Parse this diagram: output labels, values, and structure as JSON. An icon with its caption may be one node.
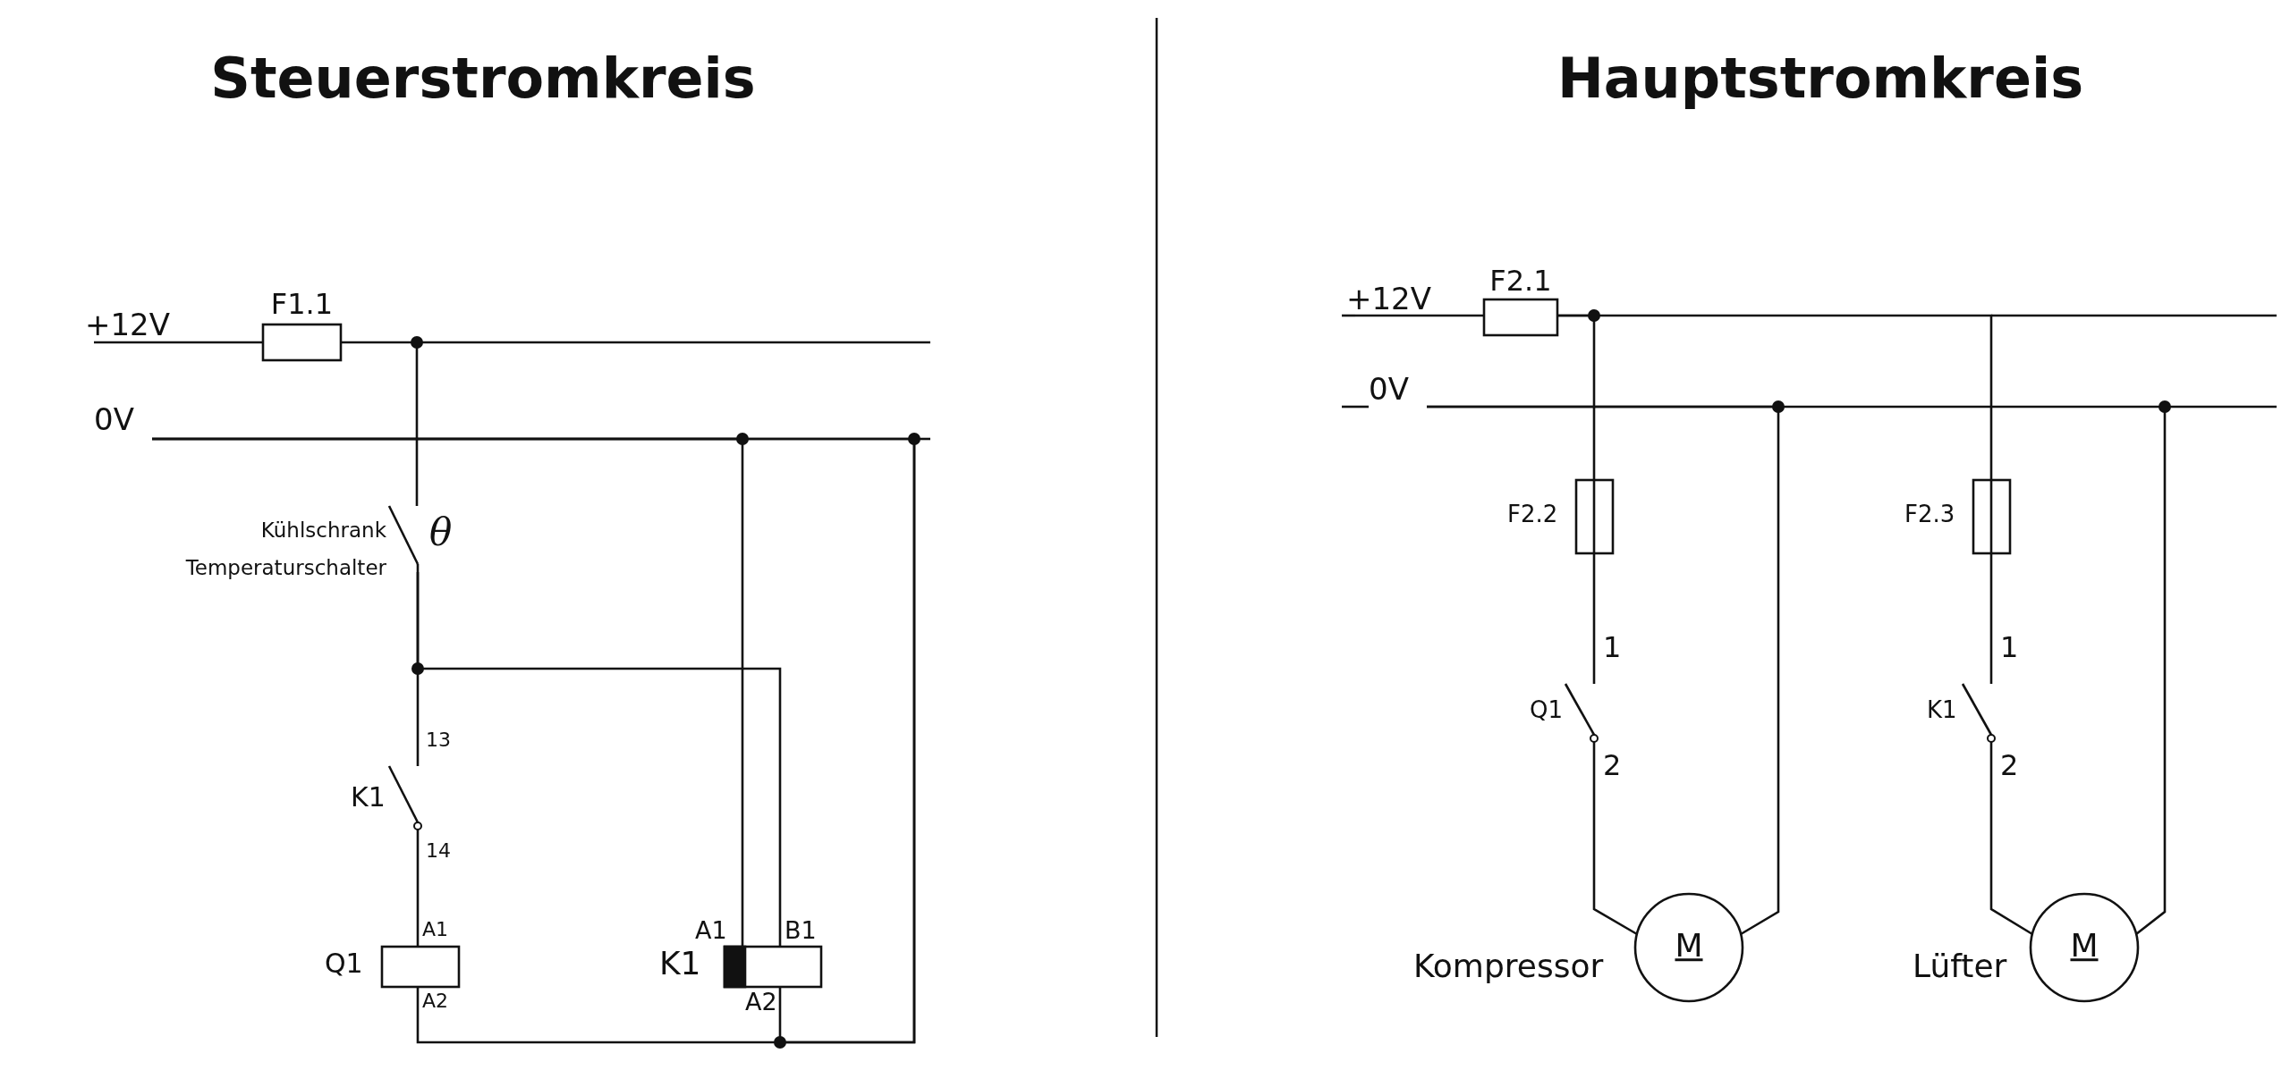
{
  "diagram": {
    "nodes": [
      {
        "text": [
          "+12V"
        ]
      },
      {
        "text": [
          "F1.1"
        ]
      },
      {
        "text": [
          "0V"
        ]
      },
      {
        "text": [
          "Kühlschrank Temperaturschalter",
          "θ"
        ]
      },
      {
        "text": [
          "K1"
        ],
        "beside": [
          "13",
          "14"
        ]
      },
      {
        "text": [
          "Q1",
          "A1",
          "A2"
        ]
      },
      {
        "text": [
          "K1",
          "A1",
          "B1",
          "A2"
        ]
      },
      {
        "text": [
          "+12V"
        ]
      },
      {
        "text": [
          "F2.1"
        ]
      },
      {
        "text": [
          "0V"
        ]
      },
      {
        "text": [
          "F2.2"
        ]
      },
      {
        "text": [
          "F2.3"
        ]
      },
      {
        "text": [
          "Q1"
        ],
        "beside": [
          "1",
          "2"
        ]
      },
      {
        "text": [
          "K1"
        ],
        "beside": [
          "1",
          "2"
        ]
      },
      {
        "text": [
          "M"
        ],
        "beside": [
          "Kompressor"
        ]
      },
      {
        "text": [
          "M"
        ],
        "beside": [
          "Lüfter"
        ]
      }
    ],
    "edges": [
      {
        "from": 0,
        "to": 1,
        "arrow": "none"
      },
      {
        "from": 1,
        "to": 3,
        "arrow": "none"
      },
      {
        "from": 3,
        "to": 4,
        "arrow": "none"
      },
      {
        "from": 3,
        "to": 6,
        "arrow": "none"
      },
      {
        "from": 4,
        "to": 5,
        "arrow": "none"
      },
      {
        "from": 2,
        "to": 6,
        "arrow": "none"
      },
      {
        "from": 5,
        "to": 2,
        "arrow": "none"
      },
      {
        "from": 6,
        "to": 2,
        "arrow": "none"
      },
      {
        "from": 7,
        "to": 8,
        "arrow": "none"
      },
      {
        "from": 8,
        "to": 10,
        "arrow": "none"
      },
      {
        "from": 8,
        "to": 11,
        "arrow": "none"
      },
      {
        "from": 10,
        "to": 12,
        "arrow": "none"
      },
      {
        "from": 11,
        "to": 13,
        "arrow": "none"
      },
      {
        "from": 12,
        "to": 14,
        "arrow": "none"
      },
      {
        "from": 13,
        "to": 15,
        "arrow": "none"
      },
      {
        "from": 14,
        "to": 9,
        "arrow": "none"
      },
      {
        "from": 15,
        "to": 9,
        "arrow": "none"
      }
    ],
    "labels": [
      "Steuerstromkreis",
      "Hauptstromkreis"
    ]
  }
}
